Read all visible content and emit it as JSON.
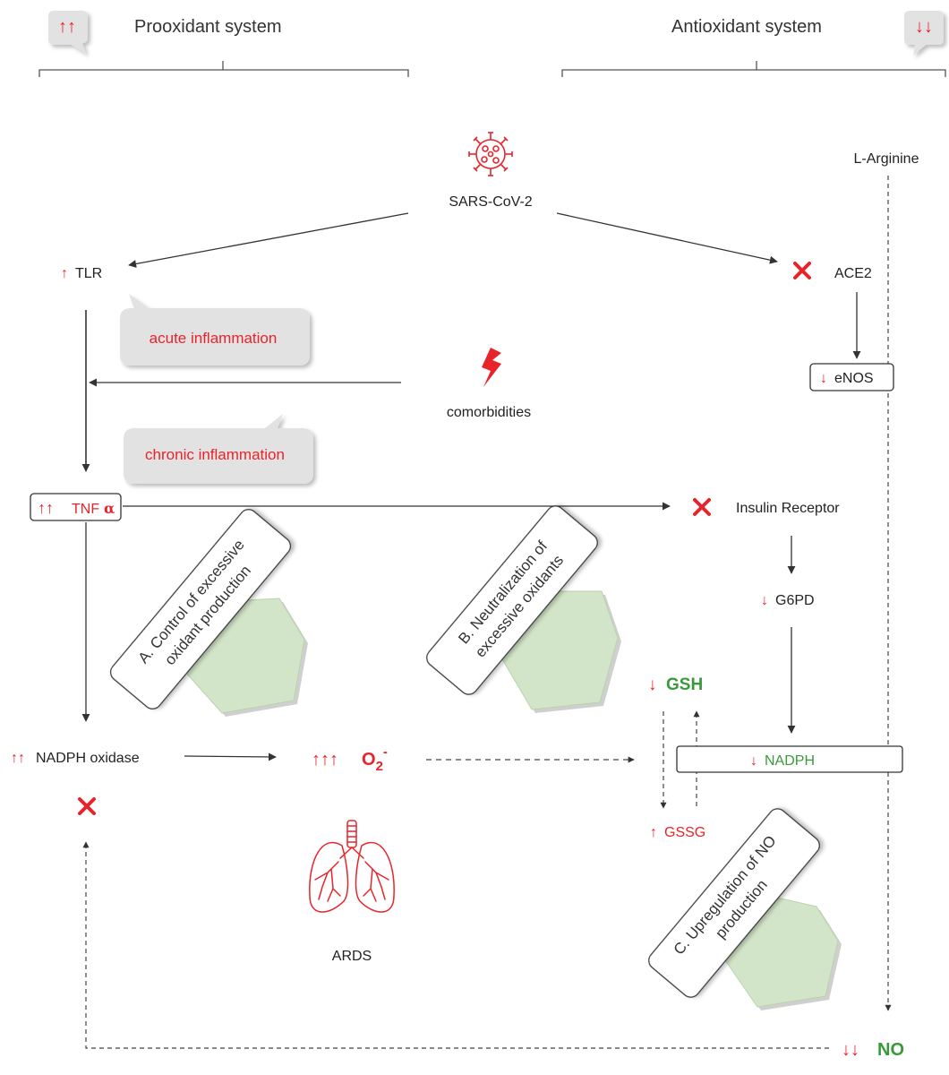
{
  "headers": {
    "prooxidant_badge": "↑↑",
    "prooxidant": "Prooxidant system",
    "antioxidant": "Antioxidant system",
    "antioxidant_badge": "↓↓"
  },
  "nodes": {
    "sars_cov_2": "SARS-CoV-2",
    "l_arginine": "L-Arginine",
    "tlr_arrow": "↑",
    "tlr": "TLR",
    "ace2": "ACE2",
    "acute_inflammation": "acute inflammation",
    "comorbidities": "comorbidities",
    "enos_arrow": "↓",
    "enos": "eNOS",
    "chronic_inflammation": "chronic inflammation",
    "tnf_arrows": "↑↑",
    "tnf": "TNF",
    "tnf_alpha": "α",
    "insulin_receptor": "Insulin Receptor",
    "g6pd_arrow": "↓",
    "g6pd": "G6PD",
    "gsh_arrow": "↓",
    "gsh": "GSH",
    "nadph_oxidase_arrows": "↑↑",
    "nadph_oxidase": "NADPH oxidase",
    "o2_arrows": "↑↑↑",
    "o2": "O",
    "o2_sub": "2",
    "o2_sup": "-",
    "nadph_arrow": "↓",
    "nadph": "NADPH",
    "gssg_arrow": "↑",
    "gssg": "GSSG",
    "ards": "ARDS",
    "no_arrows": "↓↓",
    "no": "NO"
  },
  "interventions": {
    "a_line1": "A. Control of excessive",
    "a_line2": "oxidant production",
    "b_line1": "B. Neutralization of",
    "b_line2": "excessive oxidants",
    "c_line1": "C. Upregulation of NO",
    "c_line2": "production"
  },
  "colors": {
    "red": "#e8242b",
    "green": "#3a9a3a",
    "text": "#222222",
    "arrow": "#333333",
    "bubble": "#e2e2e2",
    "pentagon": "#d3e5c8"
  }
}
